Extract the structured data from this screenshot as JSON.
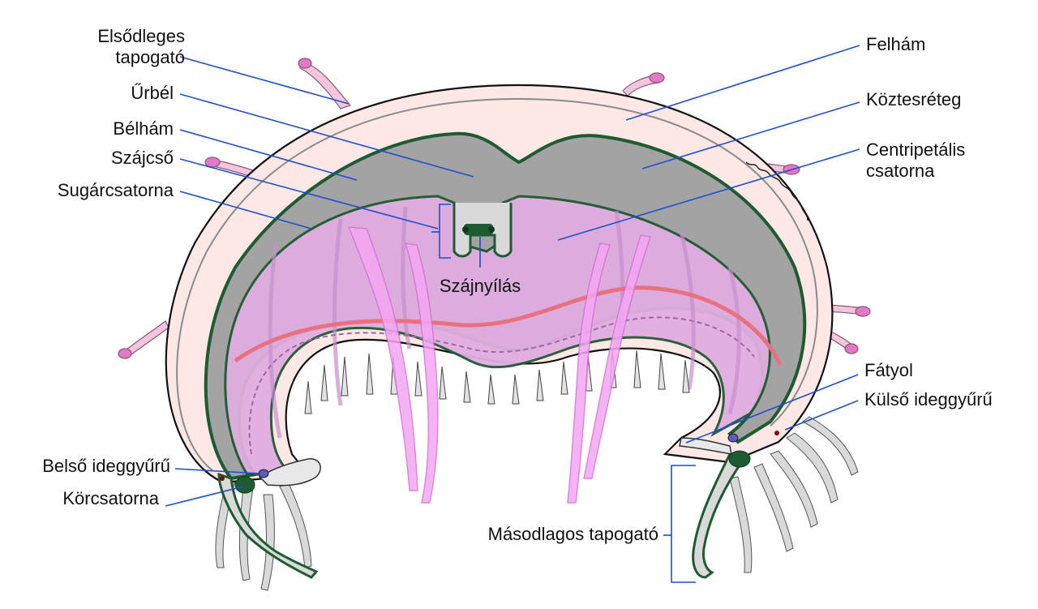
{
  "labels": {
    "primary_tentacle": [
      "Elsődleges",
      "tapogató"
    ],
    "coelenteron": "Űrbél",
    "gastrodermis": "Bélhám",
    "manubrium": "Szájcső",
    "radial_canal": "Sugárcsatorna",
    "epidermis": "Felhám",
    "mesoglea": "Köztesréteg",
    "centripetal_canal": [
      "Centripetális",
      "csatorna"
    ],
    "mouth": "Szájnyílás",
    "velum": "Fátyol",
    "outer_nerve_ring": "Külső ideggyűrű",
    "inner_nerve_ring": "Belső ideggyűrű",
    "ring_canal": "Körcsatorna",
    "secondary_tentacle": "Másodlagos tapogató"
  },
  "colors": {
    "leader": "#1f4fd1",
    "mesoglea": "#fde8e6",
    "gut_layer": "#a3a3a3",
    "gut_outline": "#1e5a32",
    "subumbrella": "#e0aee0",
    "gonad": "#f4a6f4",
    "tentacle": "#d9d9d9",
    "primary_tentacle": "#e279c6",
    "nerve_ring": "#5e5cbf",
    "nerve_dot": "#8b0000"
  }
}
